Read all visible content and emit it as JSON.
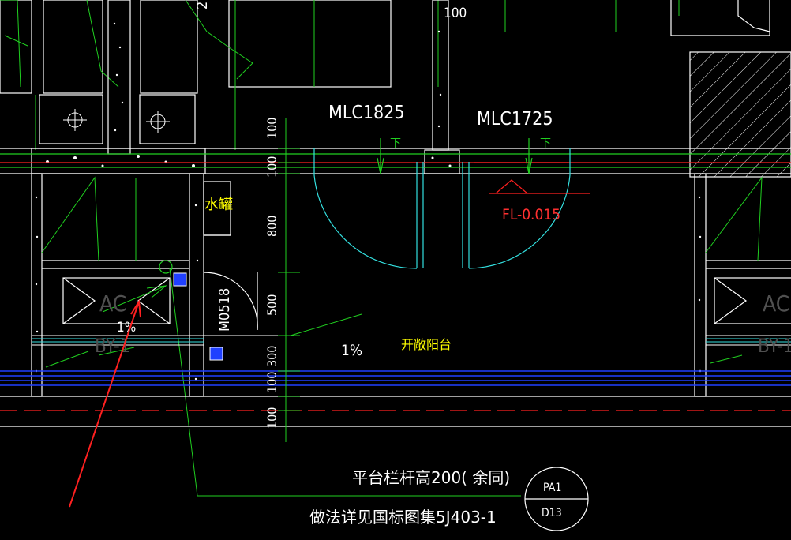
{
  "labels": {
    "dim_top": "100",
    "window_left": "MLC1825",
    "window_right": "MLC1725",
    "floor_level": "FL-0.015",
    "water_tank": "水罐",
    "door": "M0518",
    "balcony": "开敞阳台",
    "slope_center": "1%",
    "slope_left": "1%",
    "ac_left": "AC",
    "ac_right": "AC",
    "by_left": "BY-1",
    "by_right": "BY-1",
    "note_line1": "平台栏杆高200(   余同)",
    "note_line2": "做法详见国标图集5J403-1",
    "bubble_top": "PA1",
    "bubble_bottom": "D13",
    "down_mark_left": "下",
    "down_mark_right": "下"
  },
  "dimensions": [
    "100",
    "100",
    "800",
    "500",
    "300",
    "100",
    "100"
  ],
  "colors": {
    "background": "#000000",
    "wall": "#ffffff",
    "window": "#33e0e0",
    "dimension": "#20d020",
    "axis": "#ff2020",
    "hatch_blue": "#2040ff",
    "text_yellow": "#ffff00",
    "text_red": "#ff3030",
    "arrow_red": "#ff2020"
  }
}
